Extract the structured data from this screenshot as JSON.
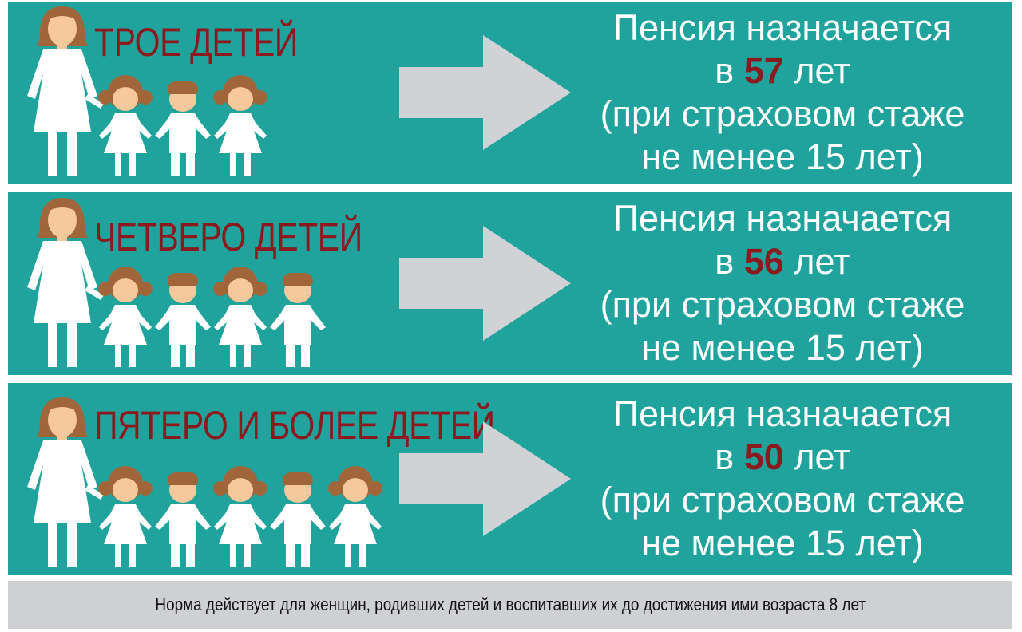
{
  "colors": {
    "panel": "#1fa39c",
    "accent": "#8b1a1f",
    "arrow": "#d0d2d6",
    "footer": "#cfd0d4",
    "hair": "#a0663a",
    "skin": "#f6c89c"
  },
  "panels": [
    {
      "title": "ТРОЕ ДЕТЕЙ",
      "line1": "Пенсия назначается",
      "prefix": "в",
      "age": "57",
      "suffix": "лет",
      "line3": "(при страховом стаже",
      "line4": "не менее 15 лет)",
      "children": [
        "girl",
        "boy",
        "girl"
      ]
    },
    {
      "title": "ЧЕТВЕРО ДЕТЕЙ",
      "line1": "Пенсия назначается",
      "prefix": "в",
      "age": "56",
      "suffix": "лет",
      "line3": "(при страховом стаже",
      "line4": "не менее 15 лет)",
      "children": [
        "girl",
        "boy",
        "girl",
        "boy"
      ]
    },
    {
      "title": "ПЯТЕРО И БОЛЕЕ ДЕТЕЙ",
      "line1": "Пенсия назначается",
      "prefix": "в",
      "age": "50",
      "suffix": "лет",
      "line3": "(при страховом стаже",
      "line4": "не менее 15 лет)",
      "children": [
        "girl",
        "boy",
        "girl",
        "boy",
        "girl"
      ]
    }
  ],
  "footer": "Норма действует для женщин, родивших детей и воспитавших их до достижения ими возраста 8 лет"
}
